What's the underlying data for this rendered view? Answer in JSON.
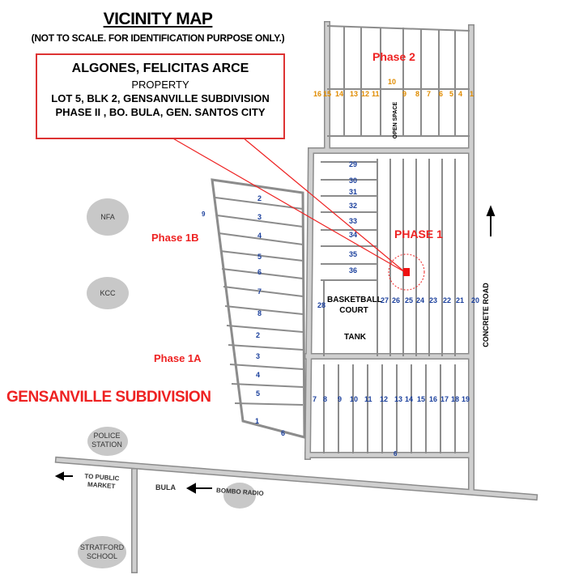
{
  "title": "VICINITY MAP",
  "subtitle": "(NOT TO SCALE. FOR IDENTIFICATION PURPOSE ONLY.)",
  "callout": {
    "owner": "ALGONES, FELICITAS ARCE",
    "type": "PROPERTY",
    "line1": "LOT 5, BLK 2, GENSANVILLE SUBDIVISION",
    "line2": "PHASE II , BO. BULA,  GEN. SANTOS CITY"
  },
  "areas": {
    "phase2": "Phase 2",
    "phase1": "PHASE 1",
    "phase1b": "Phase 1B",
    "phase1a": "Phase 1A",
    "subdivision": "GENSANVILLE SUBDIVISION"
  },
  "landmarks": {
    "nfa": "NFA",
    "kcc": "KCC",
    "police": [
      "POLICE",
      "STATION"
    ],
    "bombo": "BOMBO RADIO",
    "stratford": [
      "STRATFORD",
      "SCHOOL"
    ],
    "bula": "BULA",
    "market": [
      "TO PUBLIC",
      "MARKET"
    ],
    "concrete_road": "CONCRETE ROAD",
    "open_space": "OPEN SPACE",
    "basketball": [
      "BASKETBALL",
      "COURT"
    ],
    "tank": "TANK"
  },
  "block_numbers": {
    "phase2_top": [
      "16",
      "15",
      "14",
      "13",
      "12",
      "11",
      "10",
      "9",
      "8",
      "7",
      "6",
      "5",
      "4",
      "1"
    ],
    "phase1_top_left": [
      "29",
      "30",
      "31",
      "32",
      "33",
      "34",
      "35",
      "36"
    ],
    "phase1_right": [
      "27",
      "26",
      "25",
      "24",
      "23",
      "22",
      "21",
      "20"
    ],
    "phase1_bottom": [
      "7",
      "8",
      "9",
      "10",
      "11",
      "12",
      "13",
      "14",
      "15",
      "16",
      "17",
      "18",
      "19"
    ],
    "phase1b": [
      "2",
      "3",
      "4",
      "5",
      "6",
      "7",
      "8"
    ],
    "phase1a": [
      "2",
      "3",
      "4",
      "5",
      "1",
      "6"
    ],
    "misc": [
      "28",
      "6",
      "9"
    ]
  },
  "colors": {
    "road": "#cfcfcf",
    "road_edge": "#8c8c8c",
    "label_red": "#e22222",
    "num_blue": "#1a3f9c",
    "num_orange": "#e08c00",
    "num_teal": "#1b8a8a",
    "marker": "#ee1111"
  }
}
